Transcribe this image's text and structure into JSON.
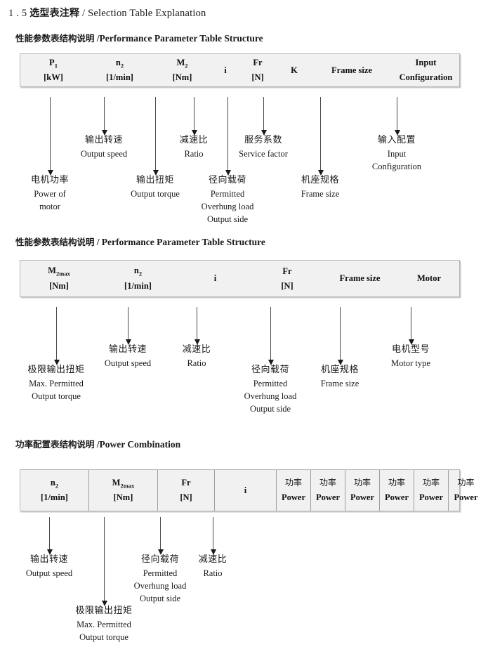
{
  "document": {
    "section_number": "1 . 5",
    "title_cn": "选型表注释",
    "title_sep": "/",
    "title_en": "Selection Table Explanation"
  },
  "sections": [
    {
      "heading_cn": "性能参数表结构说明",
      "heading_sep": "/",
      "heading_en": "Performance Parameter Table Structure",
      "table": {
        "divided": false,
        "columns": [
          {
            "line1": "P",
            "line1_sub": "1",
            "line2": "[kW]"
          },
          {
            "line1": "n",
            "line1_sub": "2",
            "line2": "[1/min]"
          },
          {
            "line1": "M",
            "line1_sub": "2",
            "line2": "[Nm]"
          },
          {
            "line1": "i",
            "line1_sub": "",
            "line2": ""
          },
          {
            "line1": "Fr",
            "line1_sub": "",
            "line2": "[N]"
          },
          {
            "line1": "K",
            "line1_sub": "",
            "line2": ""
          },
          {
            "line1": "Frame size",
            "line1_sub": "",
            "line2": ""
          },
          {
            "line1": "Input",
            "line1_sub": "",
            "line2": "Configuration"
          }
        ]
      },
      "notes": [
        {
          "cn": "电机功率",
          "en": [
            "Power of",
            "motor"
          ]
        },
        {
          "cn": "输出转速",
          "en": [
            "Output speed"
          ]
        },
        {
          "cn": "输出扭矩",
          "en": [
            "Output torque"
          ]
        },
        {
          "cn": "减速比",
          "en": [
            "Ratio"
          ]
        },
        {
          "cn": "径向载荷",
          "en": [
            "Permitted",
            "Overhung load",
            "Output side"
          ]
        },
        {
          "cn": "服务系数",
          "en": [
            "Service factor"
          ]
        },
        {
          "cn": "机座规格",
          "en": [
            "Frame size"
          ]
        },
        {
          "cn": "输入配置",
          "en": [
            "Input",
            "Configuration"
          ]
        }
      ]
    },
    {
      "heading_cn": "性能参数表结构说明",
      "heading_sep": "/",
      "heading_en": "Performance Parameter Table Structure",
      "table": {
        "divided": false,
        "columns": [
          {
            "line1": "M",
            "line1_sub": "2max",
            "line2": "[Nm]"
          },
          {
            "line1": "n",
            "line1_sub": "2",
            "line2": "[1/min]"
          },
          {
            "line1": "i",
            "line1_sub": "",
            "line2": ""
          },
          {
            "line1": "Fr",
            "line1_sub": "",
            "line2": "[N]"
          },
          {
            "line1": "Frame size",
            "line1_sub": "",
            "line2": ""
          },
          {
            "line1": "Motor",
            "line1_sub": "",
            "line2": ""
          }
        ]
      },
      "notes": [
        {
          "cn": "极限输出扭矩",
          "en": [
            "Max. Permitted",
            "Output  torque"
          ]
        },
        {
          "cn": "输出转速",
          "en": [
            "Output speed"
          ]
        },
        {
          "cn": "减速比",
          "en": [
            "Ratio"
          ]
        },
        {
          "cn": "径向载荷",
          "en": [
            "Permitted",
            "Overhung load",
            "Output side"
          ]
        },
        {
          "cn": "机座规格",
          "en": [
            "Frame size"
          ]
        },
        {
          "cn": "电机型号",
          "en": [
            "Motor type"
          ]
        }
      ]
    },
    {
      "heading_cn": "功率配置表结构说明",
      "heading_sep": "/",
      "heading_en": "Power Combination",
      "table": {
        "divided": true,
        "columns": [
          {
            "line1": "n",
            "line1_sub": "2",
            "line2": "[1/min]"
          },
          {
            "line1": "M",
            "line1_sub": "2max",
            "line2": "[Nm]"
          },
          {
            "line1": "Fr",
            "line1_sub": "",
            "line2": "[N]"
          },
          {
            "line1": "i",
            "line1_sub": "",
            "line2": ""
          },
          {
            "line1_cn": "功率",
            "line2": "Power"
          },
          {
            "line1_cn": "功率",
            "line2": "Power"
          },
          {
            "line1_cn": "功率",
            "line2": "Power"
          },
          {
            "line1_cn": "功率",
            "line2": "Power"
          },
          {
            "line1_cn": "功率",
            "line2": "Power"
          },
          {
            "line1_cn": "功率",
            "line2": "Power"
          }
        ]
      },
      "notes": [
        {
          "cn": "输出转速",
          "en": [
            "Output speed"
          ]
        },
        {
          "cn": "极限输出扭矩",
          "en": [
            "Max. Permitted",
            "Output  torque"
          ]
        },
        {
          "cn": "径向载荷",
          "en": [
            "Permitted",
            "Overhung load",
            "Output side"
          ]
        },
        {
          "cn": "减速比",
          "en": [
            "Ratio"
          ]
        }
      ]
    }
  ],
  "colors": {
    "table_fill": "#f1f1f1",
    "table_border": "#b9b9b9",
    "arrow": "#1a1a1a",
    "text": "#1a1a1a"
  }
}
